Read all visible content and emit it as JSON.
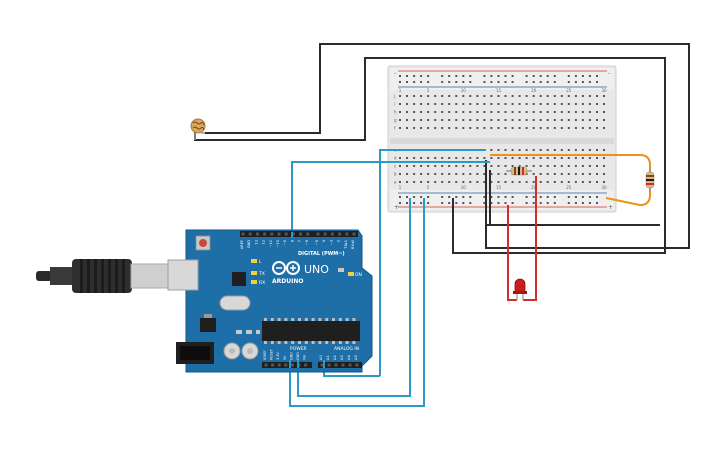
{
  "arduino": {
    "brand": "ARDUINO",
    "model": "UNO",
    "digital_label": "DIGITAL (PWM~)",
    "power_label": "POWER",
    "analog_label": "ANALOG IN",
    "on_label": "ON",
    "tx_label": "TX",
    "rx_label": "RX",
    "l_label": "L",
    "digital_pins": [
      "AREF",
      "GND",
      "13",
      "12",
      "~11",
      "~10",
      "~9",
      "8",
      "7",
      "~6",
      "~5",
      "4",
      "~3",
      "2",
      "TX▸1",
      "RX◂0"
    ],
    "power_pins": [
      "IOREF",
      "RESET",
      "3.3V",
      "5V",
      "GND",
      "GND",
      "Vin"
    ],
    "analog_pins": [
      "A0",
      "A1",
      "A2",
      "A3",
      "A4",
      "A5"
    ]
  },
  "breadboard": {
    "column_numbers": [
      "1",
      "5",
      "10",
      "15",
      "20",
      "25",
      "30"
    ],
    "row_letters_top": [
      "j",
      "i",
      "h",
      "g",
      "f"
    ],
    "row_letters_bottom": [
      "e",
      "d",
      "c",
      "b",
      "a"
    ],
    "rail_plus": "+",
    "rail_minus": "-"
  },
  "colors": {
    "board": "#1e6fa8",
    "board_edge": "#15567f",
    "wire_black": "#2b2b2b",
    "wire_blue": "#2a9bc6",
    "wire_red": "#d42b2b",
    "wire_orange": "#e8941a",
    "led": "#c81e1e",
    "photoresistor": "#d8a860"
  }
}
